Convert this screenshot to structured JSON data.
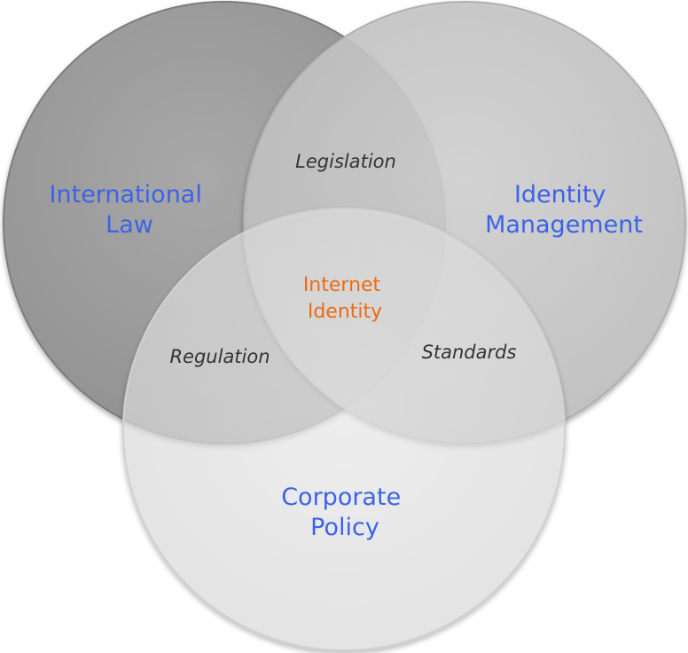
{
  "circles": {
    "left": {
      "line1": "International",
      "line2": "Law"
    },
    "right": {
      "line1": "Identity",
      "line2": "Management"
    },
    "bottom": {
      "line1": "Corporate",
      "line2": "Policy"
    }
  },
  "intersections": {
    "top": "Legislation",
    "left_bottom": "Regulation",
    "right_bottom": "Standards"
  },
  "center": {
    "line1": "Internet",
    "line2": "Identity"
  },
  "colors": {
    "main_label": "#3b63ea",
    "intersection_label": "#333333",
    "center_label": "#ee6a14",
    "left_circle": "#9a9a9a",
    "right_circle": "#c9c9c9",
    "bottom_circle": "#eeeeee"
  }
}
